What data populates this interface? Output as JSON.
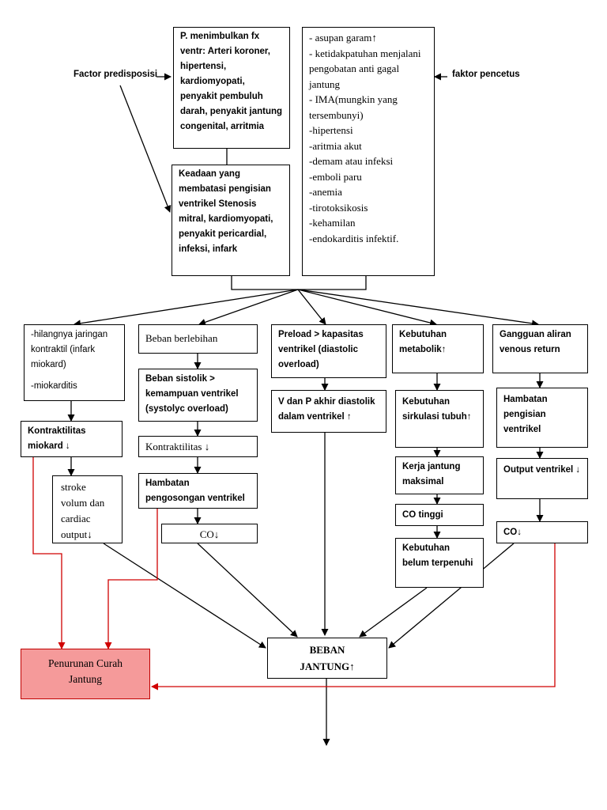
{
  "labels": {
    "predisposisi": "Factor predisposisi",
    "pencetus": "faktor pencetus"
  },
  "top_boxes": {
    "predisposisi_box": "P. menimbulkan fx ventr: Arteri koroner, hipertensi, kardiomyopati, penyakit pembuluh darah, penyakit jantung congenital, arritmia",
    "keadaan_box": "Keadaan yang membatasi pengisian ventrikel Stenosis mitral, kardiomyopati, penyakit pericardial, infeksi, infark",
    "pencetus_items": [
      "- asupan garam↑",
      "- ketidakpatuhan menjalani pengobatan anti gagal jantung",
      "- IMA(mungkin yang tersembunyi)",
      "-hipertensi",
      "-aritmia akut",
      "-demam atau infeksi",
      "-emboli paru",
      "-anemia",
      "-tirotoksikosis",
      "-kehamilan",
      "-endokarditis infektif."
    ]
  },
  "columns": {
    "c1": {
      "head_1": "-hilangnya jaringan kontraktil (infark miokard)",
      "head_2": "-miokarditis",
      "kontraktilitas": "Kontraktilitas miokard ↓",
      "stroke": "stroke volum dan cardiac output↓"
    },
    "c2": {
      "head": "Beban berlebihan",
      "sistolik": "Beban sistolik > kemampuan ventrikel (systolyc overload)",
      "kontraktilitas": "Kontraktilitas ↓",
      "hambatan": "Hambatan pengosongan ventrikel",
      "co": "CO↓"
    },
    "c3": {
      "head": "Preload > kapasitas ventrikel (diastolic overload)",
      "vp": "V dan P akhir diastolik dalam ventrikel ↑"
    },
    "c4": {
      "head": "Kebutuhan metabolik↑",
      "sirkulasi": "Kebutuhan sirkulasi tubuh↑",
      "kerja": "Kerja jantung maksimal",
      "co": "CO tinggi",
      "belum": "Kebutuhan belum terpenuhi"
    },
    "c5": {
      "head": "Gangguan aliran venous return",
      "hambatan": "Hambatan pengisian ventrikel",
      "output": "Output ventrikel ↓",
      "co": "CO↓"
    }
  },
  "bottom": {
    "beban": "BEBAN JANTUNG↑",
    "penurunan": "Penurunan Curah Jantung"
  },
  "colors": {
    "red_line": "#d00000",
    "red_fill": "#f59a9a"
  }
}
